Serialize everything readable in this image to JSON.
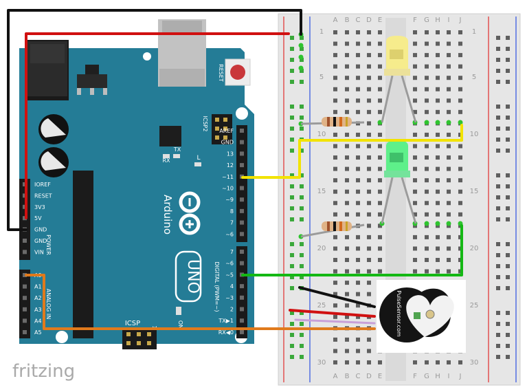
{
  "watermark": "fritzing",
  "arduino": {
    "brand": "Arduino",
    "model": "UNO",
    "reset_label": "RESET",
    "icsp2_label": "ICSP2",
    "icsp_label": "ICSP",
    "tx_label": "TX",
    "rx_label": "RX",
    "l_label": "L",
    "on_label": "ON",
    "num1": "1",
    "digital_section": "DIGITAL (PWM=~)",
    "power_section": "POWER",
    "analog_section": "ANALOG IN",
    "digital_pins": [
      "AREF",
      "GND",
      "13",
      "12",
      "~11",
      "~10",
      "~9",
      "8",
      "7",
      "~6",
      "~5",
      "4",
      "~3",
      "2",
      "TX▶1",
      "RX◀0"
    ],
    "power_pins": [
      "IOREF",
      "RESET",
      "3V3",
      "5V",
      "GND",
      "GND",
      "VIN"
    ],
    "analog_pins": [
      "A0",
      "A1",
      "A2",
      "A3",
      "A4",
      "A5"
    ]
  },
  "breadboard": {
    "columns_left": [
      "A",
      "B",
      "C",
      "D",
      "E"
    ],
    "columns_right": [
      "F",
      "G",
      "H",
      "I",
      "J"
    ],
    "row_numbers": [
      "1",
      "5",
      "10",
      "15",
      "20",
      "25",
      "30"
    ]
  },
  "sensor": {
    "label": "PulseSensor.com"
  },
  "colors": {
    "board": "#247c96",
    "breadboard": "#e9e9e9",
    "wire_red": "#d01010",
    "wire_black": "#111111",
    "wire_yellow": "#f2e300",
    "wire_green": "#14b814",
    "wire_orange": "#e07a1c",
    "led_yellow": "#f6ec8c",
    "led_green": "#5ef08a"
  }
}
